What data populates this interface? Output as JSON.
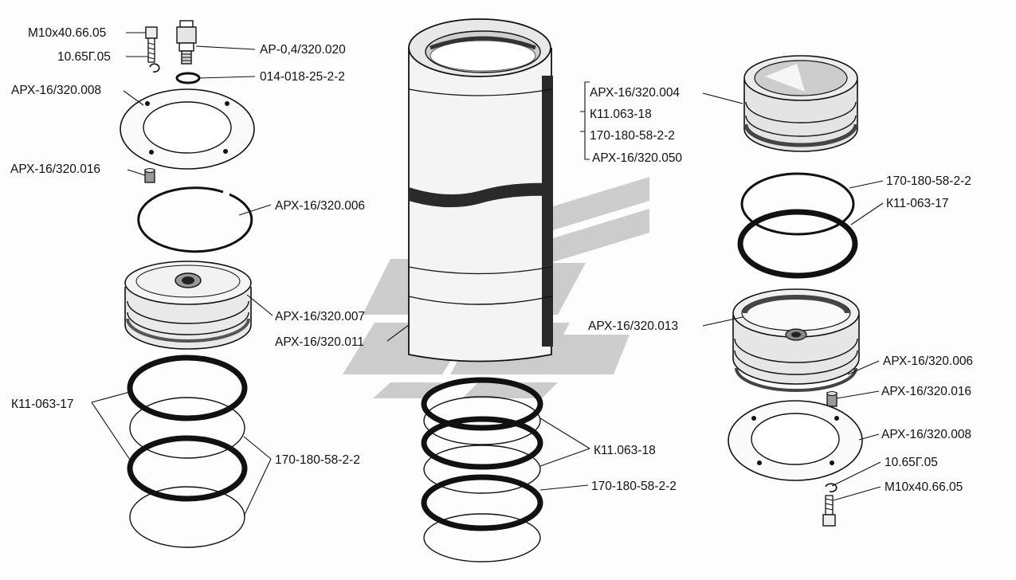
{
  "labels": {
    "bolt_left": "M10x40.66.05",
    "washer_left": "10.65Г.05",
    "fitting": "АР-0,4/320.020",
    "oring_fitting": "014-018-25-2-2",
    "flange_left": "АРХ-16/320.008",
    "pin_left": "АРХ-16/320.016",
    "snap_ring_left": "АРХ-16/320.006",
    "piston_left": "АРХ-16/320.007",
    "sleeve": "АРХ-16/320.011",
    "k11_left": "К11-063-17",
    "oring_left": "170-180-58-2-2",
    "k11_center": "К11.063-18",
    "oring_center": "170-180-58-2-2",
    "piston_right_top": "АРХ-16/320.004",
    "kit_1": "К11.063-18",
    "kit_2": "170-180-58-2-2",
    "kit_3": "АРХ-16/320.050",
    "oring_right": "170-180-58-2-2",
    "k11_right": "К11-063-17",
    "cover_right": "АРХ-16/320.013",
    "snap_ring_right": "АРХ-16/320.006",
    "pin_right": "АРХ-16/320.016",
    "flange_right": "АРХ-16/320.008",
    "washer_right": "10.65Г.05",
    "bolt_right": "M10x40.66.05"
  },
  "colors": {
    "ink": "#111111",
    "paper": "#fdfdfd",
    "watermark": "#c4c4c4"
  },
  "icons": [
    "bolt-icon",
    "washer-icon",
    "fitting-icon",
    "watermark-logo"
  ]
}
